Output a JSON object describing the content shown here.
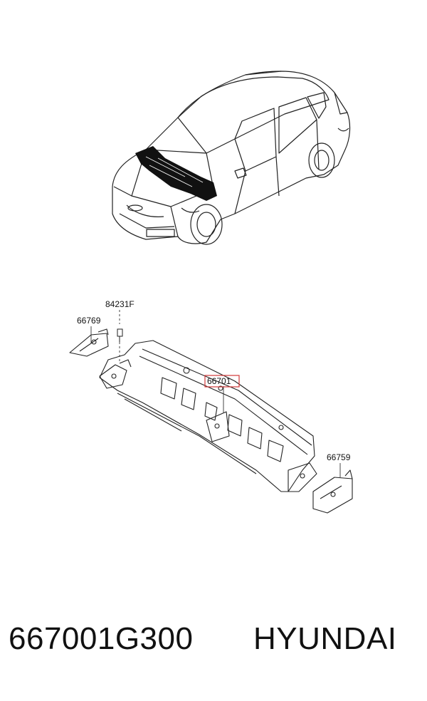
{
  "labels": {
    "bolt": "84231F",
    "left_bracket": "66769",
    "cowl_panel": "66701",
    "right_bracket": "66759"
  },
  "footer": {
    "part_number": "667001G300",
    "brand": "HYUNDAI"
  },
  "colors": {
    "highlight_box": "#d23a3a",
    "ink": "#111111"
  }
}
